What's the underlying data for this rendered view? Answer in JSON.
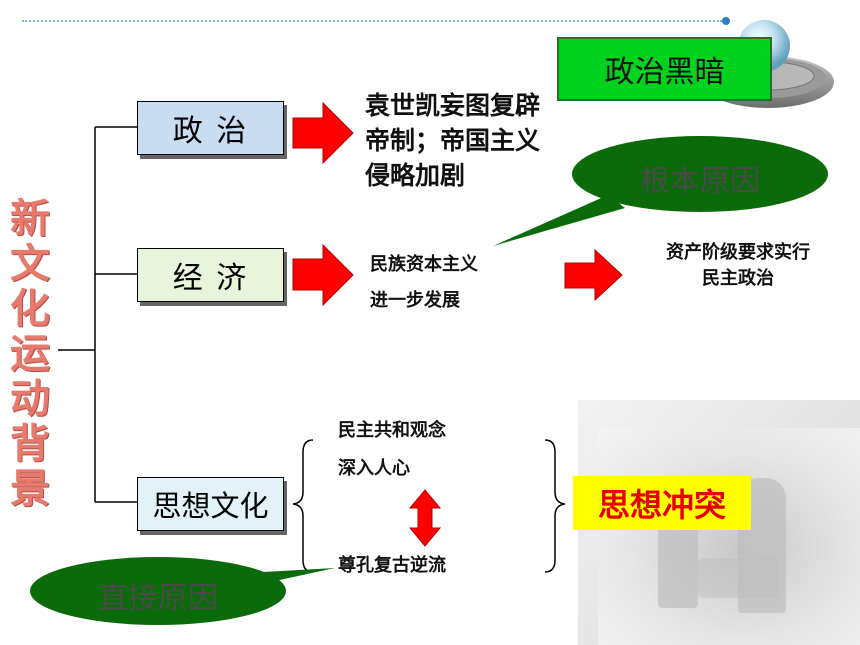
{
  "title": "新文化运动背景",
  "categories": {
    "politics": "政  治",
    "economy": "经  济",
    "culture": "思想文化"
  },
  "politics_detail": [
    "袁世凯妄图复辟",
    "帝制；帝国主义",
    "侵略加剧"
  ],
  "economy_detail": [
    "民族资本主义",
    "进一步发展"
  ],
  "economy_result": [
    "资产阶级要求实行",
    "民主政治"
  ],
  "culture_top": [
    "民主共和观念",
    "深入人心"
  ],
  "culture_bottom": "尊孔复古逆流",
  "callouts": {
    "political_dark": "政治黑暗",
    "root_cause": "根本原因",
    "direct_cause": "直接原因",
    "ideological_conflict": "思想冲突"
  },
  "colors": {
    "title_red": "#e87a6d",
    "arrow_red": "#ff0000",
    "callout_green": "#00d31e",
    "ellipse_green": "#0b6b0b",
    "highlight_yellow": "#ffff00"
  }
}
